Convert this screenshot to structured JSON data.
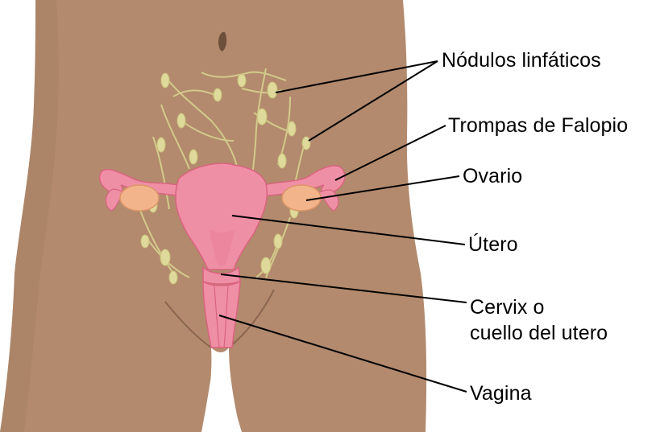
{
  "labels": {
    "lymph_nodes": "Nódulos linfáticos",
    "fallopian_tubes": "Trompas de Falopio",
    "ovary": "Ovario",
    "uterus": "Útero",
    "cervix_line1": "Cervix o",
    "cervix_line2": "cuello del utero",
    "vagina": "Vagina"
  },
  "colors": {
    "skin": "#b38a6d",
    "skin_shadow": "#9c7559",
    "uterus": "#ef8fa6",
    "uterus_dark": "#d9647f",
    "ovary": "#f2b48b",
    "lymph": "#dcd79a",
    "leader_line": "#000000"
  }
}
